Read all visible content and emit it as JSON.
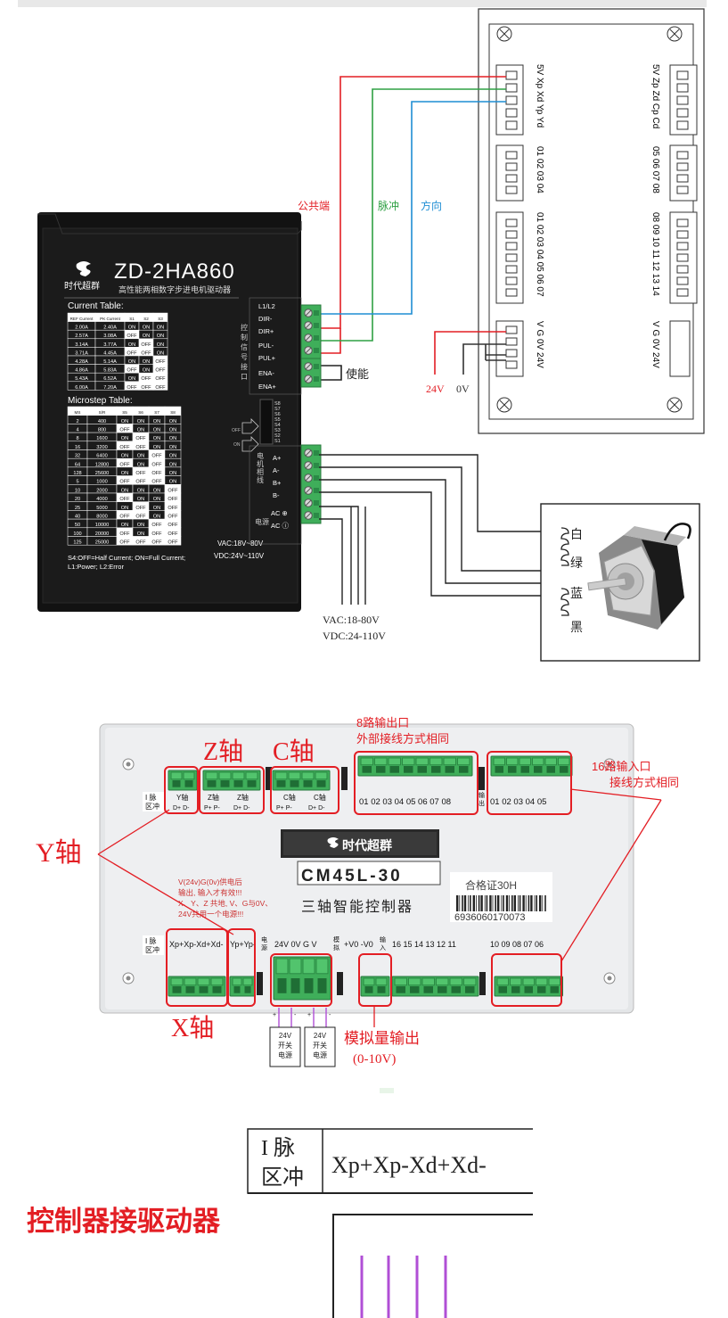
{
  "colors": {
    "red": "#e31e24",
    "green": "#2ea043",
    "blue": "#1f8ed4",
    "terminal": "#3fae5a",
    "purple": "#b04fd6",
    "driver": "#141414"
  },
  "driver": {
    "logo_cn": "时代超群",
    "model": "ZD-2HA860",
    "subtitle": "高性能两相数字步进电机驱动器",
    "current_title": "Current Table:",
    "current_headers": [
      "REF Current",
      "PK Current",
      "S1",
      "S2",
      "S3"
    ],
    "current_rows": [
      [
        "2.00A",
        "2.40A",
        "ON",
        "ON",
        "ON"
      ],
      [
        "2.57A",
        "3.08A",
        "OFF",
        "ON",
        "ON"
      ],
      [
        "3.14A",
        "3.77A",
        "ON",
        "OFF",
        "ON"
      ],
      [
        "3.71A",
        "4.45A",
        "OFF",
        "OFF",
        "ON"
      ],
      [
        "4.28A",
        "5.14A",
        "ON",
        "ON",
        "OFF"
      ],
      [
        "4.86A",
        "5.83A",
        "OFF",
        "ON",
        "OFF"
      ],
      [
        "5.43A",
        "6.52A",
        "ON",
        "OFF",
        "OFF"
      ],
      [
        "6.00A",
        "7.20A",
        "OFF",
        "OFF",
        "OFF"
      ]
    ],
    "micro_title": "Microstep Table:",
    "micro_headers": [
      "MS",
      "S/R",
      "S5",
      "S6",
      "S7",
      "S8"
    ],
    "micro_rows": [
      [
        "2",
        "400",
        "ON",
        "ON",
        "ON",
        "ON"
      ],
      [
        "4",
        "800",
        "OFF",
        "ON",
        "ON",
        "ON"
      ],
      [
        "8",
        "1600",
        "ON",
        "OFF",
        "ON",
        "ON"
      ],
      [
        "16",
        "3200",
        "OFF",
        "OFF",
        "ON",
        "ON"
      ],
      [
        "32",
        "6400",
        "ON",
        "ON",
        "OFF",
        "ON"
      ],
      [
        "64",
        "12800",
        "OFF",
        "ON",
        "OFF",
        "ON"
      ],
      [
        "128",
        "25600",
        "ON",
        "OFF",
        "OFF",
        "ON"
      ],
      [
        "5",
        "1000",
        "OFF",
        "OFF",
        "OFF",
        "ON"
      ],
      [
        "10",
        "2000",
        "ON",
        "ON",
        "ON",
        "OFF"
      ],
      [
        "20",
        "4000",
        "OFF",
        "ON",
        "ON",
        "OFF"
      ],
      [
        "25",
        "5000",
        "ON",
        "OFF",
        "ON",
        "OFF"
      ],
      [
        "40",
        "8000",
        "OFF",
        "OFF",
        "ON",
        "OFF"
      ],
      [
        "50",
        "10000",
        "ON",
        "ON",
        "OFF",
        "OFF"
      ],
      [
        "100",
        "20000",
        "OFF",
        "ON",
        "OFF",
        "OFF"
      ],
      [
        "125",
        "25000",
        "OFF",
        "OFF",
        "OFF",
        "OFF"
      ]
    ],
    "notes": [
      "S4:OFF=Half Current; ON=Full Current;",
      "L1:Power;  L2:Error"
    ],
    "vac": "VAC:18V~80V",
    "vdc": "VDC:24V~110V",
    "signal_labels": [
      "L1/L2",
      "DIR-",
      "DIR+",
      "PUL-",
      "PUL+",
      "ENA-",
      "ENA+"
    ],
    "signal_section": "控制信号接口",
    "motor_section": "电机相线",
    "power_section": "电源",
    "motor_labels": [
      "A+",
      "A-",
      "B+",
      "B-"
    ],
    "ac_labels": [
      "AC ⊕",
      "AC ⓘ"
    ],
    "switch_labels": [
      "S8",
      "S7",
      "S6",
      "S5",
      "S4",
      "S3",
      "S2",
      "S1"
    ],
    "off_label": "OFF",
    "on_label": "ON"
  },
  "wiring": {
    "common": "公共端",
    "pulse": "脉冲",
    "direction": "方向",
    "enable": "使能",
    "v24": "24V",
    "v0": "0V",
    "vac_range": "VAC:18-80V",
    "vdc_range": "VDC:24-110V",
    "motor_colors": [
      "白",
      "绿",
      "蓝",
      "黑"
    ]
  },
  "controller_schematic": {
    "left_labels": [
      "5V Xp Xd Yp Yd",
      "01 02 03 04",
      "01 02 03 04 05 06 07",
      "V  G  0V 24V"
    ],
    "right_labels": [
      "5V Zp Zd Cp Cd",
      "05 06 07 08",
      "08 09 10 11 12 13 14",
      "V  G  0V 24V"
    ]
  },
  "photo": {
    "z_axis": "Z轴",
    "c_axis": "C轴",
    "y_axis": "Y轴",
    "x_axis": "X轴",
    "out8": [
      "8路输出口",
      "外部接线方式相同"
    ],
    "in16": [
      "16路输入口",
      "接线方式相同"
    ],
    "analog": [
      "模拟量输出",
      "(0-10V)"
    ],
    "brand": "时代超群",
    "model": "CM45L-30",
    "name": "三轴智能控制器",
    "cert": "合格证30H",
    "barcode": "6936060170073",
    "note_lines": [
      "V(24v)G(0v)供电后",
      "输出, 输入才有效!!!",
      "X、Y、Z 共地, V、G与0V、",
      "24V共用一个电源!!!"
    ],
    "top_pulse_label": [
      "I 脉",
      "区冲"
    ],
    "top_y": [
      "Y轴",
      "D+  D-"
    ],
    "top_z1": [
      "Z轴",
      "P+  P-"
    ],
    "top_z2": [
      "Z轴",
      "D+  D-"
    ],
    "top_c1": [
      "C轴",
      "P+  P-"
    ],
    "top_c2": [
      "C轴",
      "D+  D-"
    ],
    "top_out": "01 02 03 04 05 06 07 08",
    "top_out_lbl": [
      "输",
      "出"
    ],
    "top_in_lbl": [
      "输",
      "入"
    ],
    "top_in": "01 02 03 04 05",
    "bot_xp": "Xp+Xp-Xd+Xd-",
    "bot_yp": "Yp+Yp-",
    "bot_power_lbl": [
      "电",
      "源"
    ],
    "bot_power": "24V 0V  G  V",
    "bot_analog_lbl": [
      "模",
      "拟"
    ],
    "bot_analog": "+V0 -V0",
    "bot_in_lbl": [
      "输",
      "入"
    ],
    "bot_in1": "16 15 14 13 12 11",
    "bot_in2": "10 09 08 07 06",
    "psu": [
      "24V",
      "开关",
      "电源"
    ],
    "psu_pins": [
      "+",
      "-"
    ]
  },
  "zoom": {
    "label_lines": [
      "I 脉",
      "区冲"
    ],
    "text": "Xp+Xp-Xd+Xd-",
    "heading": "控制器接驱动器"
  }
}
